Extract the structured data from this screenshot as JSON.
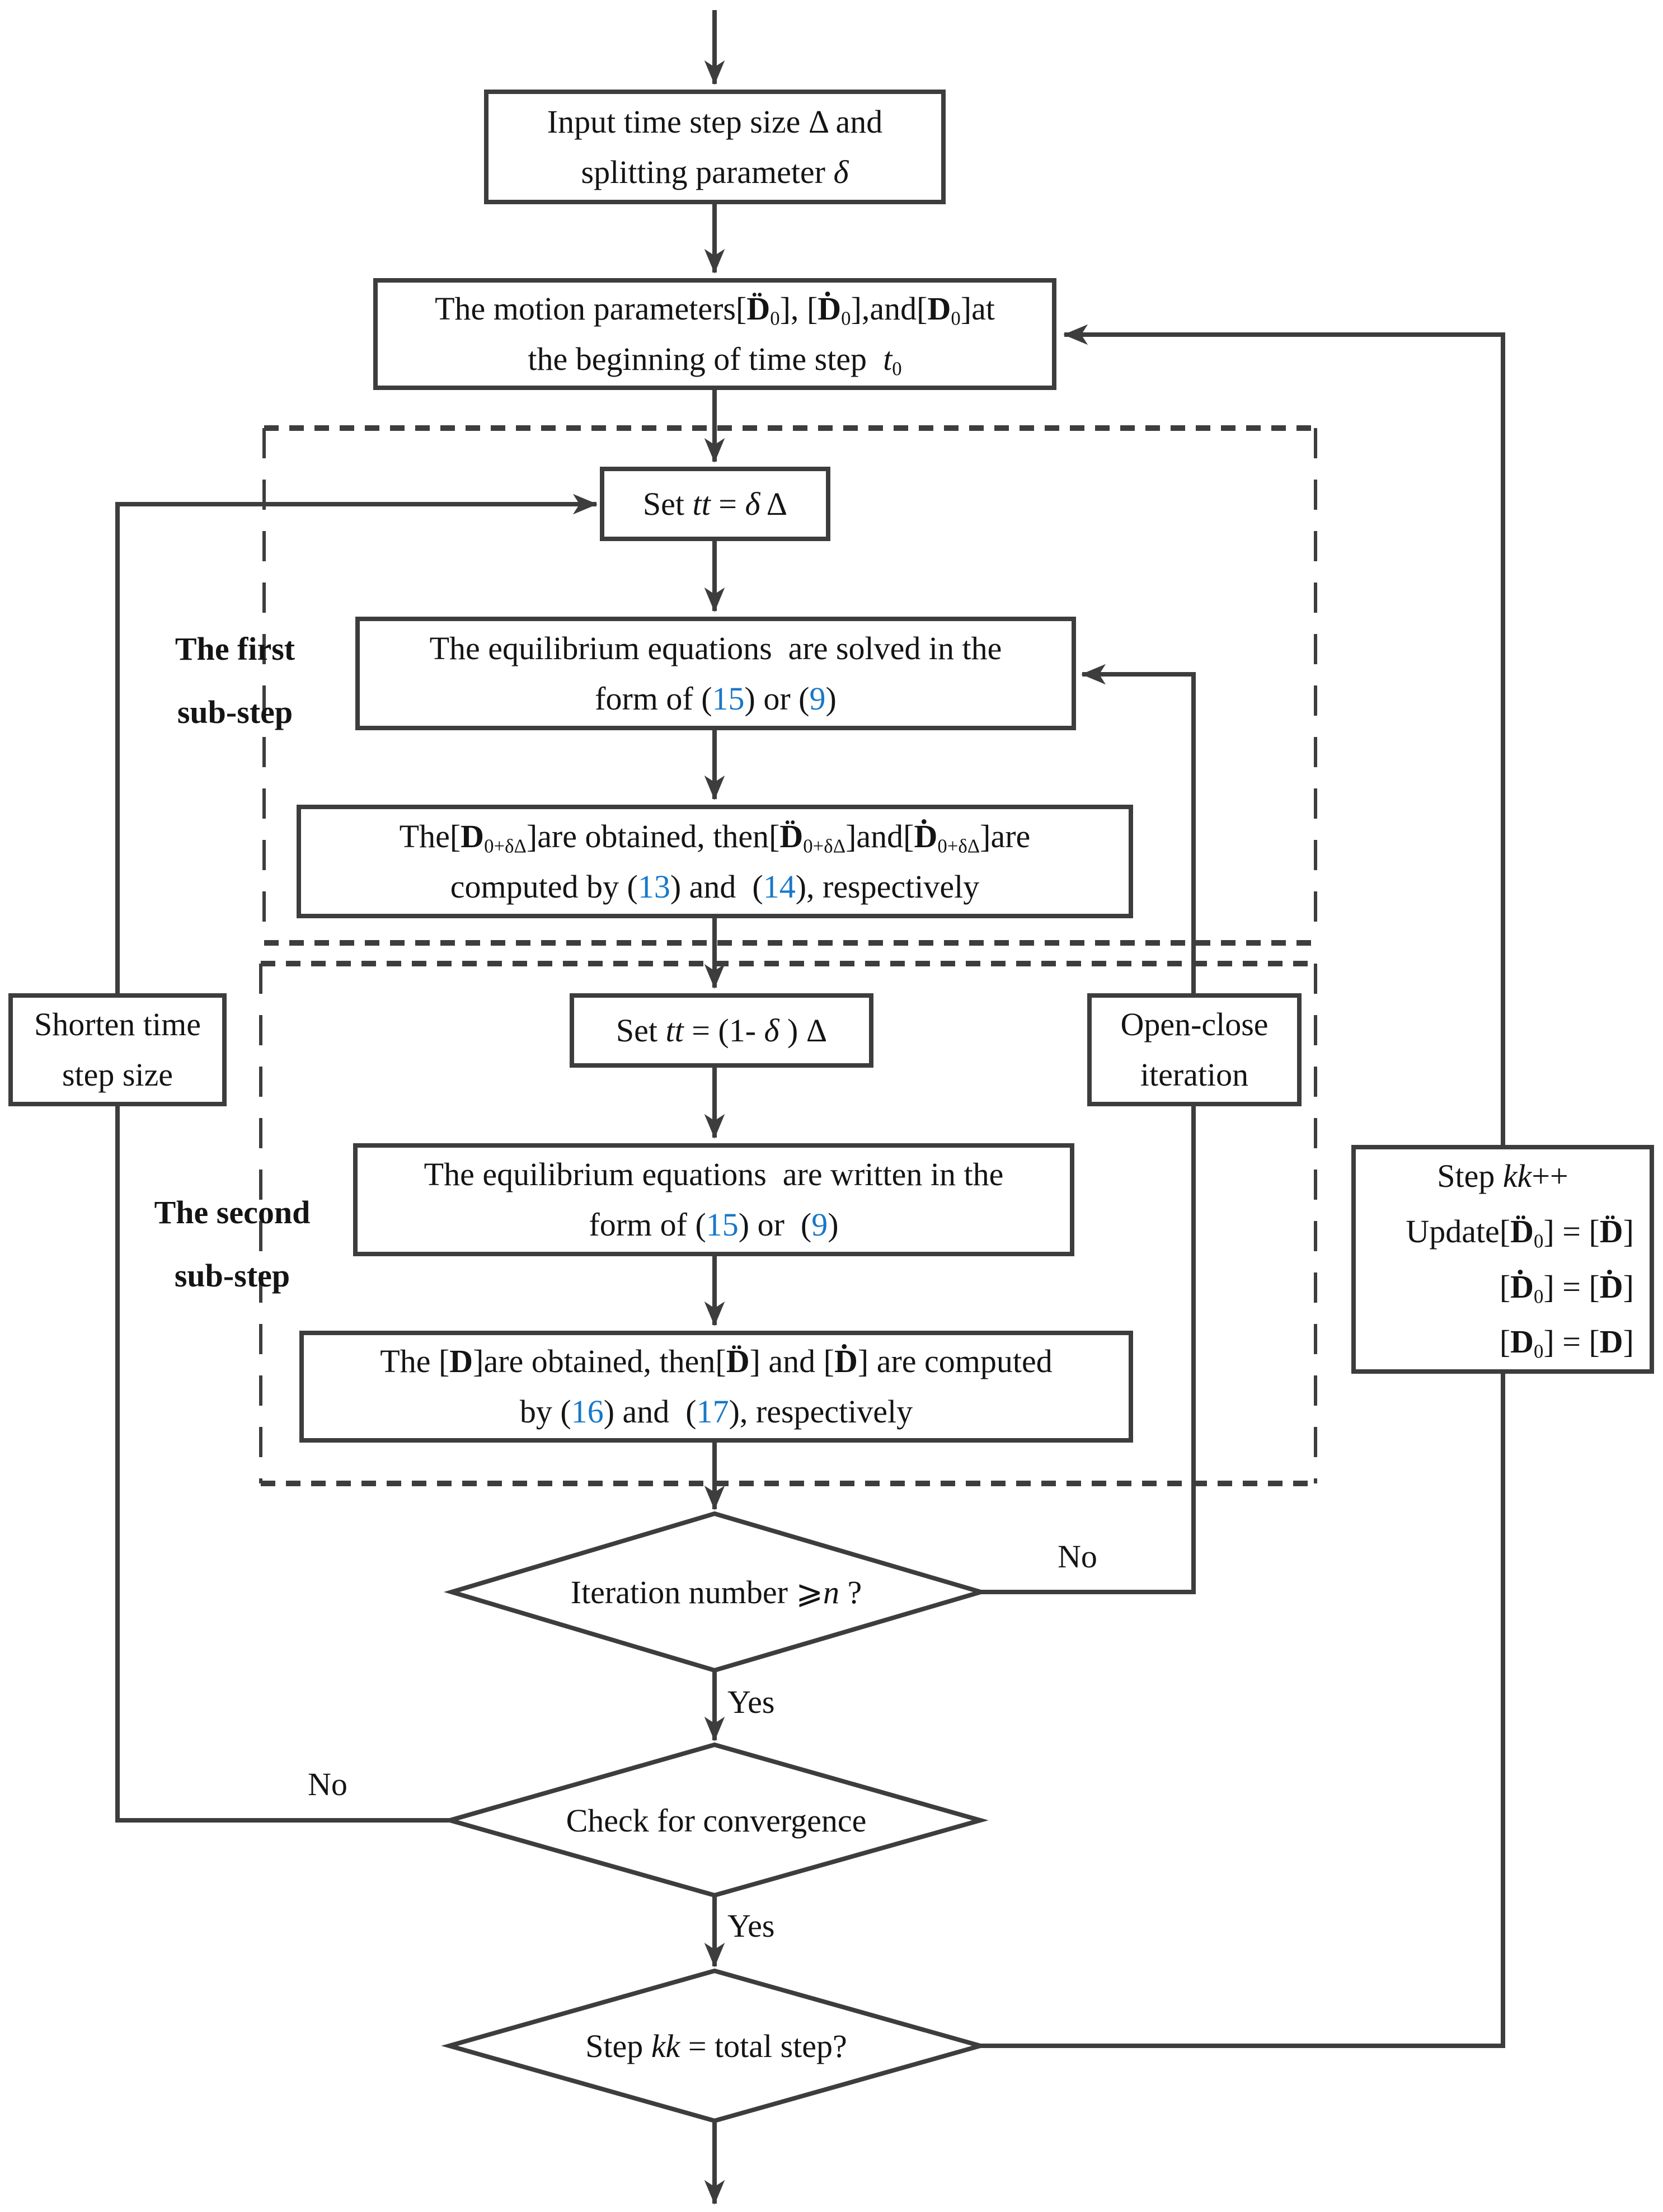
{
  "figure": {
    "type": "flowchart",
    "colors": {
      "line": "#3d3d3d",
      "text": "#141414",
      "reference_blue": "#1878c8",
      "background": "#ffffff"
    },
    "nodes": {
      "input": {
        "lines": [
          [
            {
              "t": "Input time step size Δ and",
              "s": ""
            }
          ],
          [
            {
              "t": "splitting parameter ",
              "s": ""
            },
            {
              "t": "δ",
              "s": "i"
            }
          ]
        ]
      },
      "motion": {
        "lines": [
          [
            {
              "t": "The motion parameters",
              "s": ""
            },
            {
              "t": "[",
              "s": ""
            },
            {
              "t": "D̈",
              "s": "b"
            },
            {
              "t": "0",
              "s": "sub"
            },
            {
              "t": "], ",
              "s": ""
            },
            {
              "t": "[",
              "s": ""
            },
            {
              "t": "Ḋ",
              "s": "b"
            },
            {
              "t": "0",
              "s": "sub"
            },
            {
              "t": "],and",
              "s": ""
            },
            {
              "t": "[",
              "s": ""
            },
            {
              "t": "D",
              "s": "b"
            },
            {
              "t": "0",
              "s": "sub"
            },
            {
              "t": "]at",
              "s": ""
            }
          ],
          [
            {
              "t": "the beginning of time step  ",
              "s": ""
            },
            {
              "t": "t",
              "s": "i"
            },
            {
              "t": "0",
              "s": "sub"
            }
          ]
        ]
      },
      "set_first": {
        "lines": [
          [
            {
              "t": "Set ",
              "s": ""
            },
            {
              "t": "tt",
              "s": "i"
            },
            {
              "t": " = ",
              "s": ""
            },
            {
              "t": "δ",
              "s": "i"
            },
            {
              "t": " Δ",
              "s": ""
            }
          ]
        ]
      },
      "equilibrium_first": {
        "lines": [
          [
            {
              "t": "The equilibrium equations  are solved in the",
              "s": ""
            }
          ],
          [
            {
              "t": "form of (",
              "s": ""
            },
            {
              "t": "15",
              "s": "blue"
            },
            {
              "t": ") or (",
              "s": ""
            },
            {
              "t": "9",
              "s": "blue"
            },
            {
              "t": ")",
              "s": ""
            }
          ]
        ]
      },
      "obtained_first": {
        "lines": [
          [
            {
              "t": "The",
              "s": ""
            },
            {
              "t": "[",
              "s": ""
            },
            {
              "t": "D",
              "s": "b"
            },
            {
              "t": "0+δΔ",
              "s": "sub"
            },
            {
              "t": "]",
              "s": ""
            },
            {
              "t": "are obtained, then",
              "s": ""
            },
            {
              "t": "[",
              "s": ""
            },
            {
              "t": "D̈",
              "s": "b"
            },
            {
              "t": "0+δΔ",
              "s": "sub"
            },
            {
              "t": "]",
              "s": ""
            },
            {
              "t": "and",
              "s": ""
            },
            {
              "t": "[",
              "s": ""
            },
            {
              "t": "Ḋ",
              "s": "b"
            },
            {
              "t": "0+δΔ",
              "s": "sub"
            },
            {
              "t": "]",
              "s": ""
            },
            {
              "t": "are",
              "s": ""
            }
          ],
          [
            {
              "t": "computed by (",
              "s": ""
            },
            {
              "t": "13",
              "s": "blue"
            },
            {
              "t": ") and  (",
              "s": ""
            },
            {
              "t": "14",
              "s": "blue"
            },
            {
              "t": "), respectively",
              "s": ""
            }
          ]
        ]
      },
      "set_second": {
        "lines": [
          [
            {
              "t": "Set ",
              "s": ""
            },
            {
              "t": "tt",
              "s": "i"
            },
            {
              "t": " = (1- ",
              "s": ""
            },
            {
              "t": "δ",
              "s": "i"
            },
            {
              "t": " ) Δ",
              "s": ""
            }
          ]
        ]
      },
      "equilibrium_second": {
        "lines": [
          [
            {
              "t": "The equilibrium equations  are written in the",
              "s": ""
            }
          ],
          [
            {
              "t": "form of (",
              "s": ""
            },
            {
              "t": "15",
              "s": "blue"
            },
            {
              "t": ") or  (",
              "s": ""
            },
            {
              "t": "9",
              "s": "blue"
            },
            {
              "t": ")",
              "s": ""
            }
          ]
        ]
      },
      "obtained_second": {
        "lines": [
          [
            {
              "t": "The ",
              "s": ""
            },
            {
              "t": "[",
              "s": ""
            },
            {
              "t": "D",
              "s": "b"
            },
            {
              "t": "]",
              "s": ""
            },
            {
              "t": "are obtained, then",
              "s": ""
            },
            {
              "t": "[",
              "s": ""
            },
            {
              "t": "D̈",
              "s": "b"
            },
            {
              "t": "]",
              "s": ""
            },
            {
              "t": " and ",
              "s": ""
            },
            {
              "t": "[",
              "s": ""
            },
            {
              "t": "Ḋ",
              "s": "b"
            },
            {
              "t": "]",
              "s": ""
            },
            {
              "t": " are computed",
              "s": ""
            }
          ],
          [
            {
              "t": "by (",
              "s": ""
            },
            {
              "t": "16",
              "s": "blue"
            },
            {
              "t": ") and  (",
              "s": ""
            },
            {
              "t": "17",
              "s": "blue"
            },
            {
              "t": "), respectively",
              "s": ""
            }
          ]
        ]
      },
      "shorten": {
        "lines": [
          [
            {
              "t": "Shorten time",
              "s": ""
            }
          ],
          [
            {
              "t": "step size",
              "s": ""
            }
          ]
        ]
      },
      "open_close": {
        "lines": [
          [
            {
              "t": "Open-close",
              "s": ""
            }
          ],
          [
            {
              "t": "iteration",
              "s": ""
            }
          ]
        ]
      },
      "update": {
        "lines": [
          [
            {
              "t": "Step ",
              "s": ""
            },
            {
              "t": "kk",
              "s": "i"
            },
            {
              "t": "++",
              "s": ""
            }
          ],
          [
            {
              "t": "Update",
              "s": ""
            },
            {
              "t": "[",
              "s": ""
            },
            {
              "t": "D̈",
              "s": "b"
            },
            {
              "t": "0",
              "s": "sub"
            },
            {
              "t": "] = [",
              "s": ""
            },
            {
              "t": "D̈",
              "s": "b"
            },
            {
              "t": "]",
              "s": ""
            }
          ],
          [
            {
              "t": "[",
              "s": ""
            },
            {
              "t": "Ḋ",
              "s": "b"
            },
            {
              "t": "0",
              "s": "sub"
            },
            {
              "t": "] = [",
              "s": ""
            },
            {
              "t": "Ḋ",
              "s": "b"
            },
            {
              "t": "]",
              "s": ""
            }
          ],
          [
            {
              "t": "[",
              "s": ""
            },
            {
              "t": "D",
              "s": "b"
            },
            {
              "t": "0",
              "s": "sub"
            },
            {
              "t": "] = [",
              "s": ""
            },
            {
              "t": "D",
              "s": "b"
            },
            {
              "t": "]",
              "s": ""
            }
          ]
        ]
      },
      "decision_iteration": {
        "lines": [
          [
            {
              "t": "Iteration number ",
              "s": ""
            },
            {
              "t": "⩾",
              "s": "geq"
            },
            {
              "t": "n",
              "s": "i"
            },
            {
              "t": " ?",
              "s": ""
            }
          ]
        ]
      },
      "decision_convergence": {
        "lines": [
          [
            {
              "t": "Check for convergence",
              "s": ""
            }
          ]
        ]
      },
      "decision_total_step": {
        "lines": [
          [
            {
              "t": "Step ",
              "s": ""
            },
            {
              "t": "kk",
              "s": "i"
            },
            {
              "t": " = total step",
              "s": ""
            },
            {
              "t": "?",
              "s": ""
            }
          ]
        ]
      }
    },
    "section_labels": {
      "first_substep": {
        "line1": "The first",
        "line2": "sub-step"
      },
      "second_substep": {
        "line1": "The second",
        "line2": "sub-step"
      }
    },
    "branch_labels": {
      "no_iteration": "No",
      "yes_iteration": "Yes",
      "no_convergence": "No",
      "yes_convergence": "Yes"
    }
  }
}
